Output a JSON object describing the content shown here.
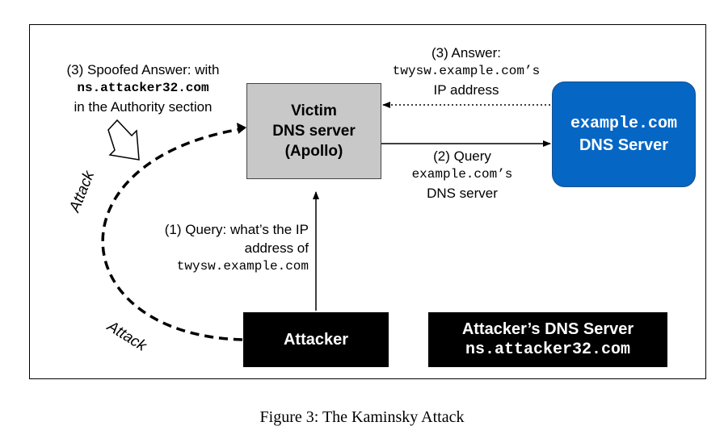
{
  "victim": {
    "line1": "Victim",
    "line2": "DNS server",
    "line3": "(Apollo)"
  },
  "dns_server": {
    "domain": "example.com",
    "label": "DNS Server"
  },
  "attacker": {
    "label": "Attacker"
  },
  "attacker_dns": {
    "line1": "Attacker’s DNS Server",
    "domain": "ns.attacker32.com"
  },
  "answer": {
    "line1": "(3) Answer:",
    "line2": "twysw.example.com’s",
    "line3": "IP address"
  },
  "query2": {
    "line1": "(2) Query",
    "line2": "example.com’s",
    "line3": "DNS server"
  },
  "query1": {
    "line1": "(1) Query: what’s the IP",
    "line2": "address of",
    "line3": "twysw.example.com"
  },
  "spoofed": {
    "line1": "(3) Spoofed Answer: with",
    "line2": "ns.attacker32.com",
    "line3": "in the Authority section"
  },
  "attack_labels": [
    "Attack",
    "Attack"
  ],
  "caption": "Figure 3: The Kaminsky Attack"
}
